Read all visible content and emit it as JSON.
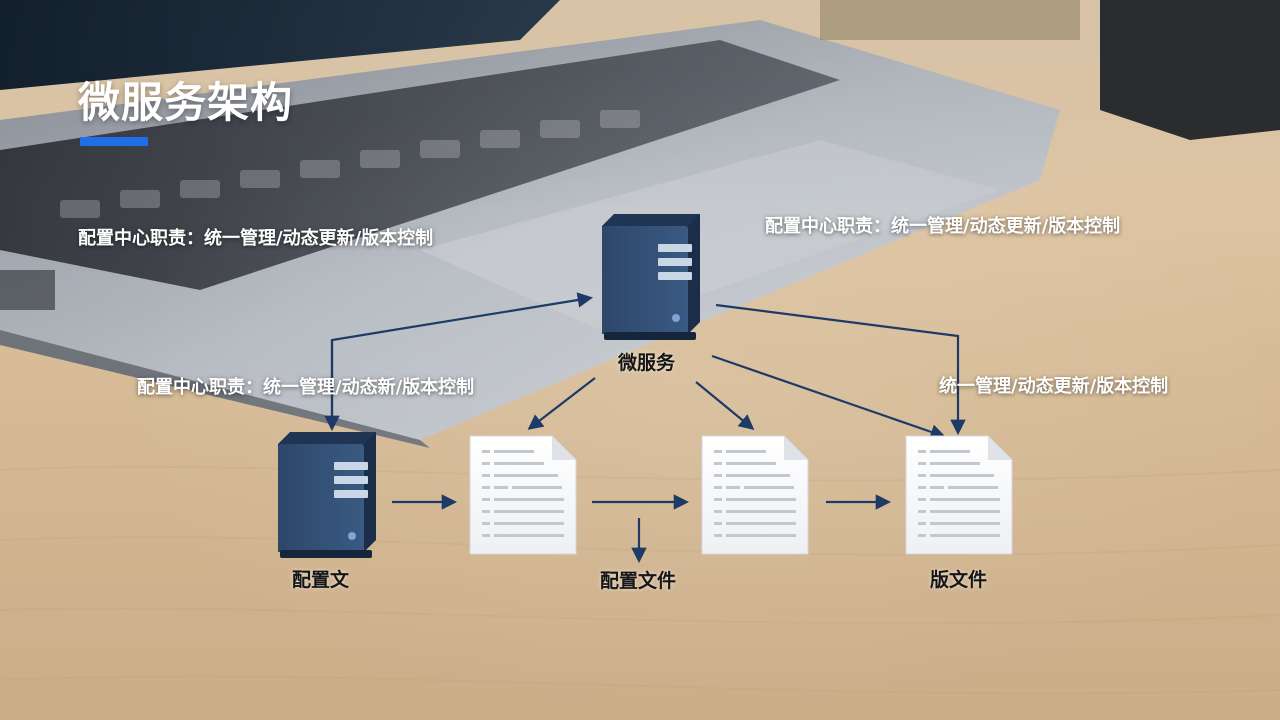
{
  "slide": {
    "title": "微服务架构"
  },
  "labels": {
    "top_left": "配置中心职责：统一管理/动态更新/版本控制",
    "top_right": "配置中心职责：统一管理/动态更新/版本控制",
    "mid_left": "配置中心职责：统一管理/动态新/版本控制",
    "mid_right": "统一管理/动态更新/版本控制"
  },
  "nodes": {
    "microservice": "微服务",
    "config_server": "配置文",
    "config_file": "配置文件",
    "version_file": "版文件"
  },
  "colors": {
    "accent_bar": "#1f6fe8",
    "arrow": "#1e3a66",
    "server_body": "#2f4a6e",
    "title_text": "#ffffff"
  },
  "icons": {
    "server": "server-tower-icon",
    "document": "document-icon"
  }
}
